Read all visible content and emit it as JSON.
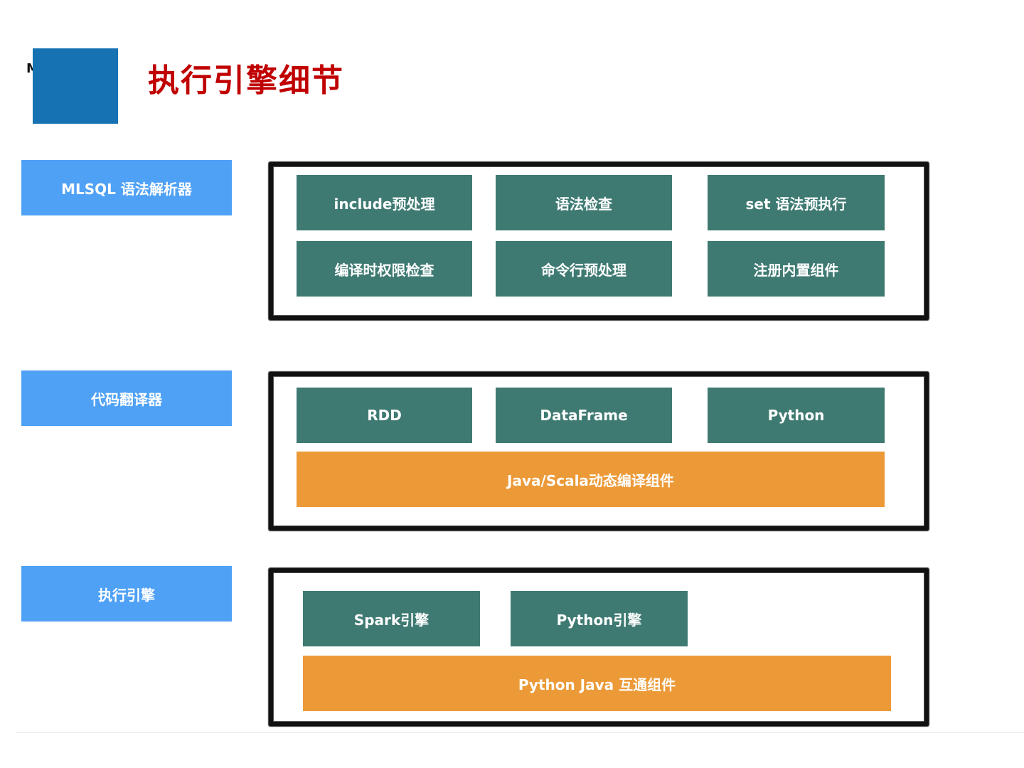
{
  "header": {
    "logo_letter": "M",
    "title": "执行引擎细节"
  },
  "layers": {
    "parser": {
      "label": "MLSQL 语法解析器",
      "components": [
        "include预处理",
        "语法检查",
        "set 语法预执行",
        "编译时权限检查",
        "命令行预处理",
        "注册内置组件"
      ]
    },
    "translator": {
      "label": "代码翻译器",
      "components": [
        "RDD",
        "DataFrame",
        "Python"
      ],
      "base": "Java/Scala动态编译组件"
    },
    "engine": {
      "label": "执行引擎",
      "components": [
        "Spark引擎",
        "Python引擎"
      ],
      "base": "Python Java 互通组件"
    }
  },
  "colors": {
    "title": "#c00000",
    "logo": "#1672b3",
    "layer_label": "#4fa1f6",
    "component": "#3e7a72",
    "base_component": "#ec9a38"
  }
}
